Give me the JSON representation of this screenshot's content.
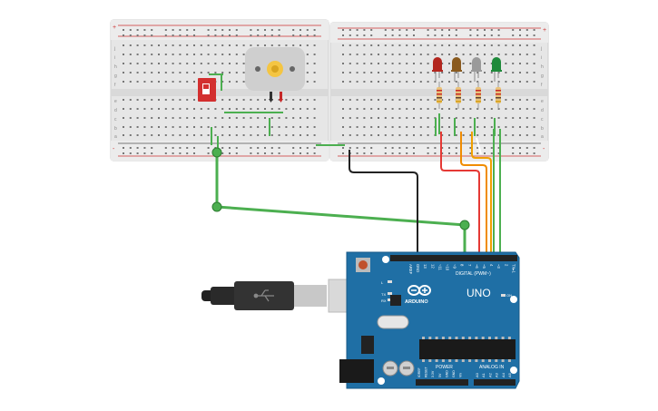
{
  "breadboard_left": {
    "row_letters_top": [
      "j",
      "i",
      "h",
      "g",
      "f"
    ],
    "row_letters_bottom": [
      "e",
      "d",
      "c",
      "b",
      "a"
    ],
    "rail_plus": "+",
    "rail_minus": "-"
  },
  "breadboard_right": {
    "row_letters_top": [
      "j",
      "i",
      "h",
      "g",
      "f"
    ],
    "row_letters_bottom": [
      "e",
      "d",
      "c",
      "b",
      "a"
    ],
    "rail_plus": "+",
    "rail_minus": "-"
  },
  "components": {
    "motor": "dc-motor",
    "switch": "slide-switch",
    "leds": [
      {
        "color": "#b3261e"
      },
      {
        "color": "#8a5a1e"
      },
      {
        "color": "#9a9a9a"
      },
      {
        "color": "#1e8a3a"
      }
    ]
  },
  "arduino": {
    "brand": "ARDUINO",
    "model": "UNO",
    "digital_label": "DIGITAL (PWM~)",
    "power_label": "POWER",
    "analog_label": "ANALOG IN",
    "tx_label": "TX",
    "rx_label": "RX",
    "on_label": "ON",
    "l_label": "L",
    "aref_label": "AREF",
    "gnd_label": "GND",
    "digital_pins": [
      "13",
      "12",
      "~11",
      "~10",
      "~9",
      "8",
      "7",
      "~6",
      "~5",
      "4",
      "~3",
      "2",
      "TX▸1",
      "RX◂0"
    ],
    "power_pins": [
      "IOREF",
      "RESET",
      "3.3V",
      "5V",
      "GND",
      "GND",
      "Vin"
    ],
    "analog_pins": [
      "A0",
      "A1",
      "A2",
      "A3",
      "A4",
      "A5"
    ]
  },
  "colors": {
    "board_blue": "#1f6fa5",
    "breadboard": "#e8e8e8",
    "wire_green": "#4caf50",
    "wire_red": "#e53935",
    "wire_orange": "#f08c00",
    "wire_black": "#222222"
  }
}
